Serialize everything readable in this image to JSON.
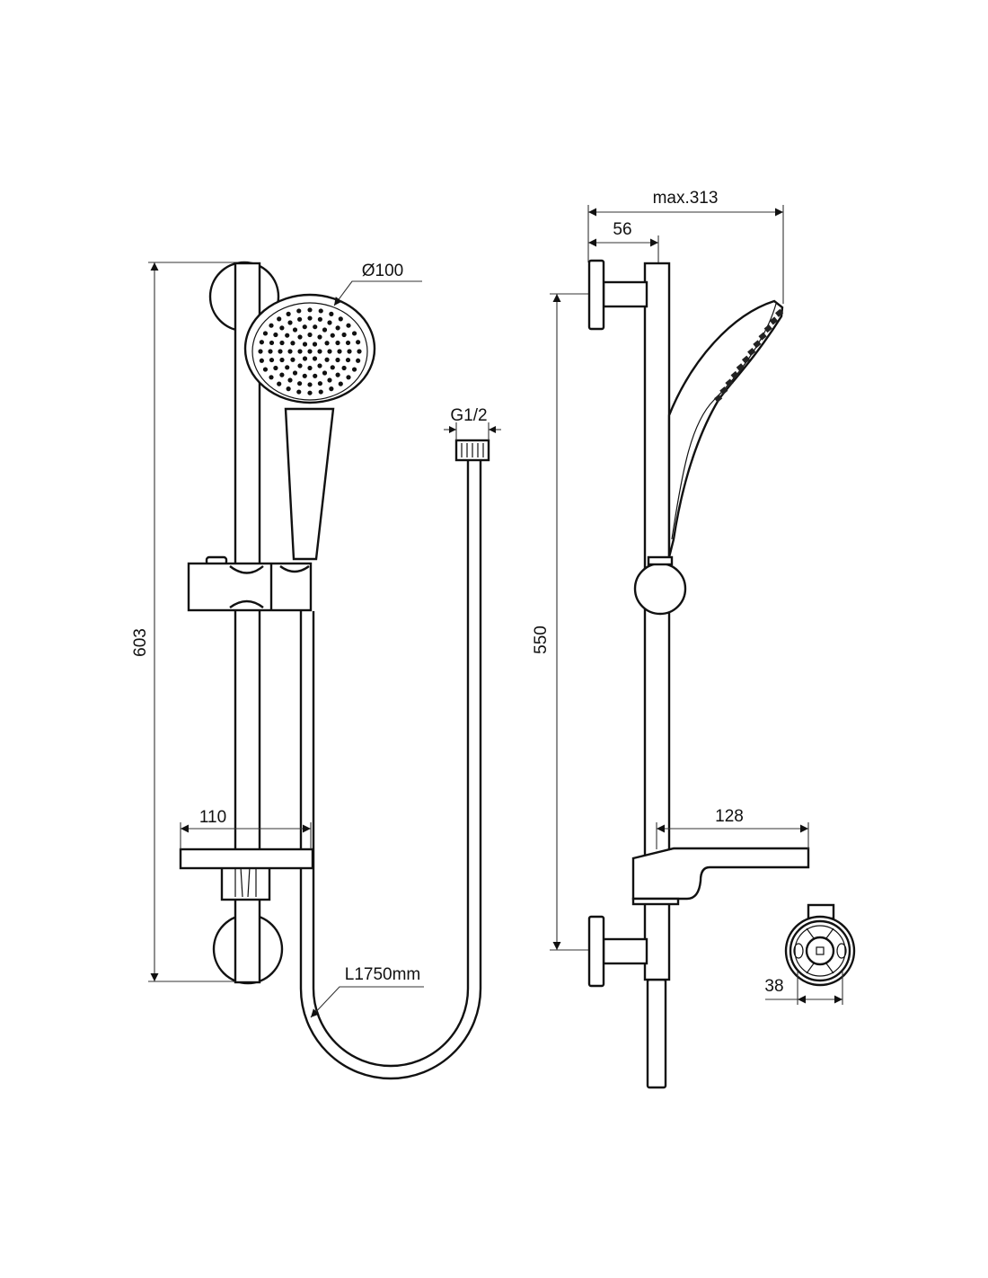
{
  "title": "Shower rail kit technical drawing",
  "dimensions": {
    "head_diameter": "Ø100",
    "hose_connection": "G1/2",
    "rail_height": "603",
    "soap_dish_front": "110",
    "hose_length": "L1750mm",
    "max_projection": "max.313",
    "bracket_projection": "56",
    "bracket_spacing": "550",
    "soap_dish_side": "128",
    "rail_diameter": "38"
  },
  "colors": {
    "line": "#111111",
    "background": "#ffffff"
  }
}
